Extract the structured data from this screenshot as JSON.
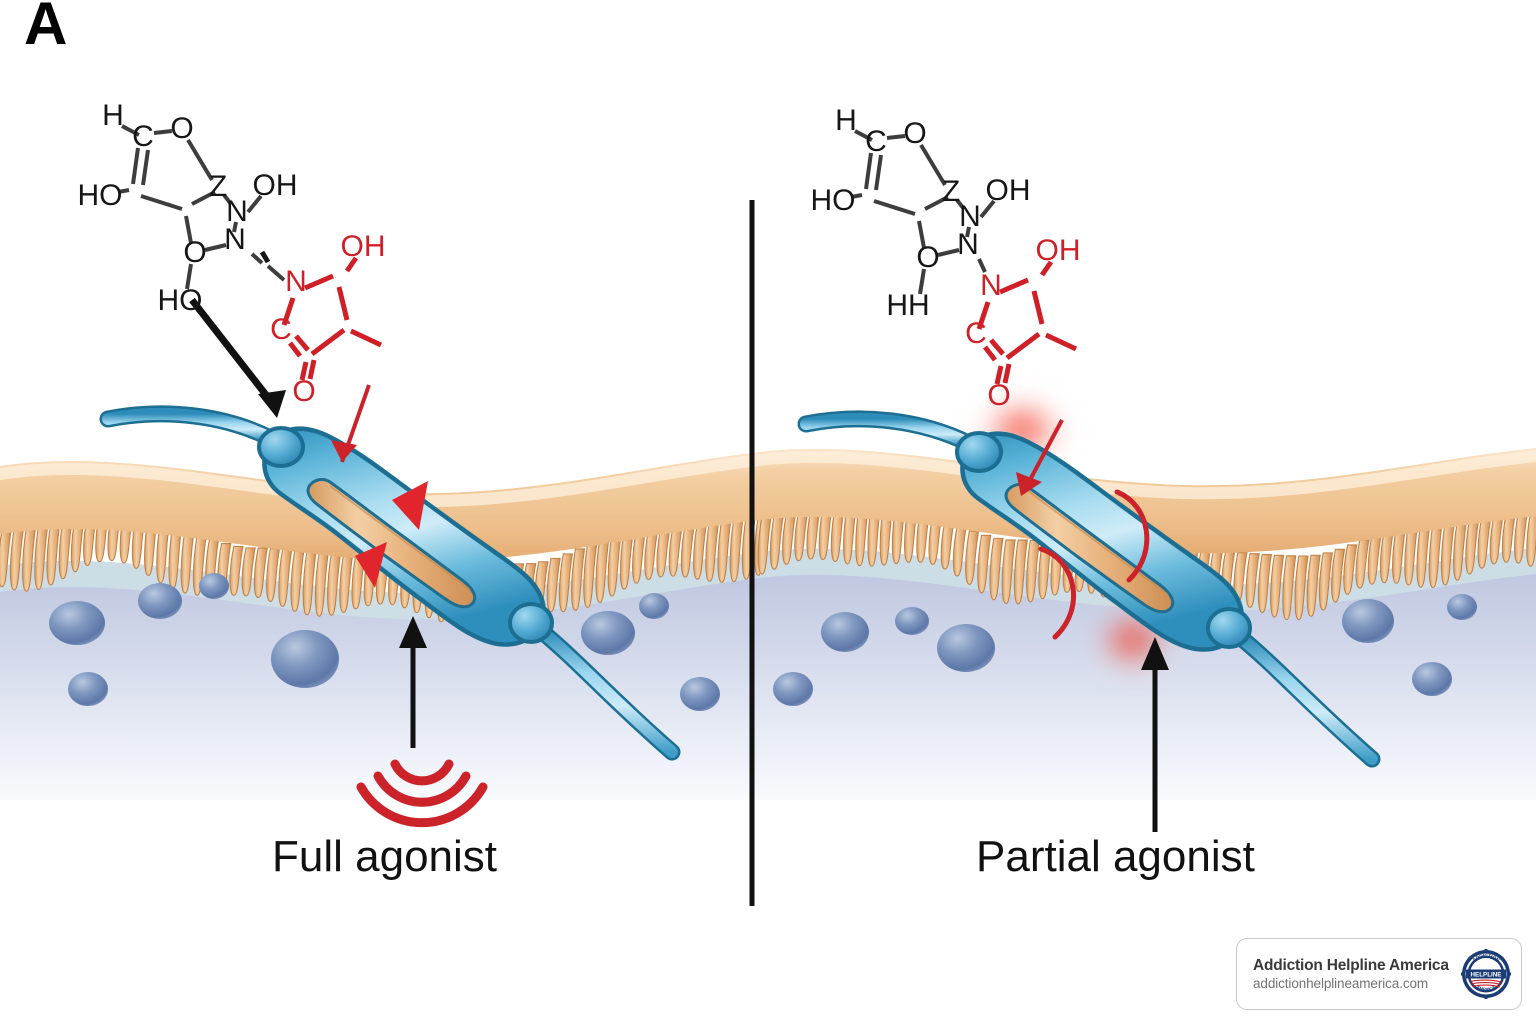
{
  "figure": {
    "panel_letter": "A",
    "divider": "vertical-rule",
    "background_color": "#ffffff"
  },
  "palette": {
    "receptor_blue": "#4ba3cc",
    "receptor_blue_dark": "#1c6f93",
    "receptor_blue_light": "#bfe3f2",
    "membrane_head": "#f0c999",
    "membrane_tail": "#e0aa72",
    "membrane_tail_dark": "#c98b51",
    "cytoplasm_top": "#c3c9e2",
    "cytoplasm_bottom": "#f4f6fb",
    "vesicle_blue": "#6b84b0",
    "signal_red": "#cc2229",
    "glow_red": "#f04037",
    "ink_black": "#111111",
    "chem_black": "#161616",
    "chem_red": "#cf2027"
  },
  "panels": [
    {
      "id": "full-agonist",
      "caption": "Full agonist",
      "activation": "full",
      "channel_state": "open",
      "signal_indicator": "red-signal-waves",
      "gate_markers": "solid-red-triangles",
      "glow": false,
      "molecule": {
        "core_atoms": [
          "H",
          "C",
          "O",
          "Z",
          "N",
          "OH",
          "HO",
          "O",
          "HO"
        ],
        "ligand_atoms": [
          "N",
          "OH",
          "C",
          "O"
        ],
        "bottom_left_label": "HO"
      }
    },
    {
      "id": "partial-agonist",
      "caption": "Partial agonist",
      "activation": "partial",
      "channel_state": "partially-open",
      "signal_indicator": "none",
      "gate_markers": "red-arcs",
      "glow": true,
      "molecule": {
        "core_atoms": [
          "H",
          "C",
          "O",
          "Z",
          "N",
          "OH",
          "HH",
          "O",
          "HH"
        ],
        "ligand_atoms": [
          "N",
          "OH",
          "C",
          "O"
        ],
        "bottom_left_label": "HH"
      }
    }
  ],
  "chem_labels": {
    "h": "H",
    "c": "C",
    "o": "O",
    "z": "Z",
    "n": "N",
    "oh": "OH",
    "ho": "HO",
    "hh": "HH"
  },
  "watermark": {
    "title": "Addiction Helpline America",
    "url": "addictionhelplineamerica.com",
    "seal_top_text": "ADDICTION",
    "seal_center_text": "HELPLINE",
    "seal_bottom_text": "AMERICA"
  }
}
